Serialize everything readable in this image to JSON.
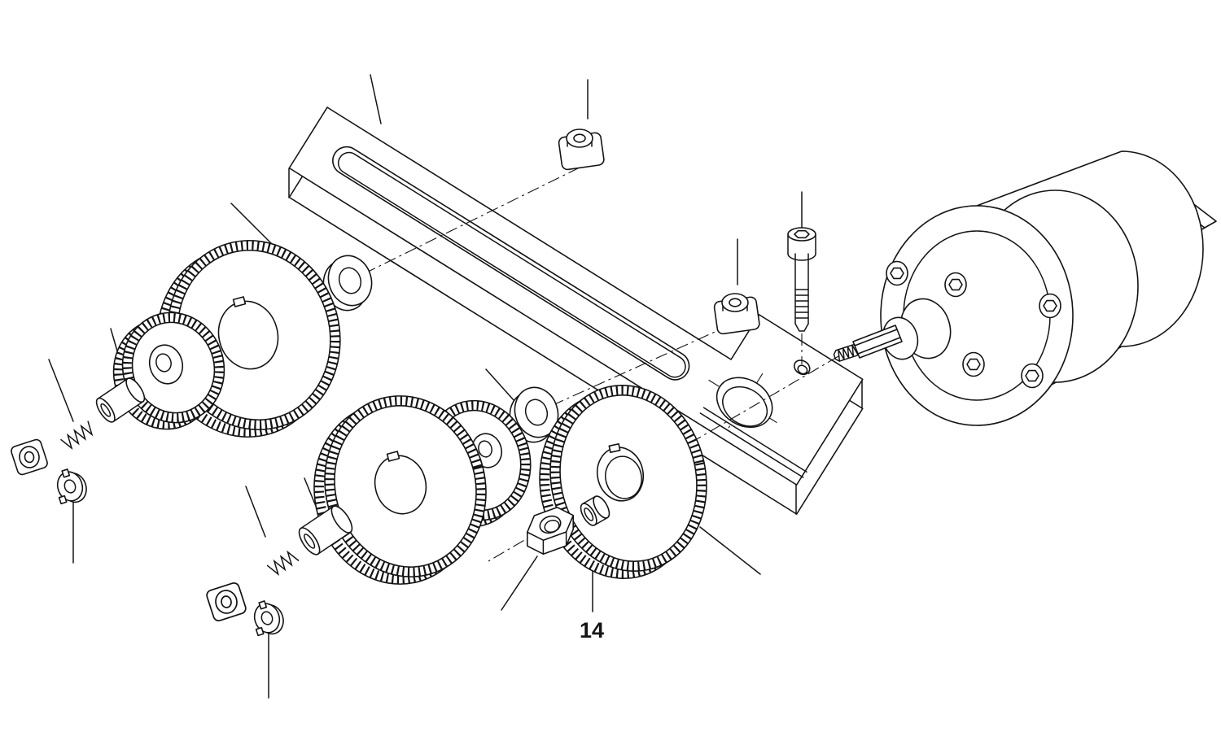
{
  "diagram": {
    "type": "exploded-view-technical-drawing",
    "labels": {
      "part14": "14"
    },
    "colors": {
      "line": "#141414",
      "paper": "#ffffff"
    },
    "parts": [
      "quadrant-arm",
      "arm-slot",
      "arm-pivot-hole",
      "clamp-screw-hole",
      "clamp-slit",
      "square-flange-nut-1",
      "square-flange-nut-2",
      "cap-screw",
      "motor-gearbox",
      "motor-output-shaft",
      "motor-rear-shaft-stub",
      "hex-socket-screw",
      "gear-large-left",
      "pinion-left",
      "gear-large-middle",
      "pinion-middle",
      "gear-large-right",
      "washer-1",
      "washer-2",
      "shaft-spacer-1",
      "threaded-stud-1",
      "square-nut-1",
      "slotted-clip-1",
      "shaft-spacer-2",
      "threaded-stud-2",
      "square-nut-2",
      "slotted-clip-2",
      "hex-nut-14",
      "spacer-bushing-14"
    ]
  }
}
